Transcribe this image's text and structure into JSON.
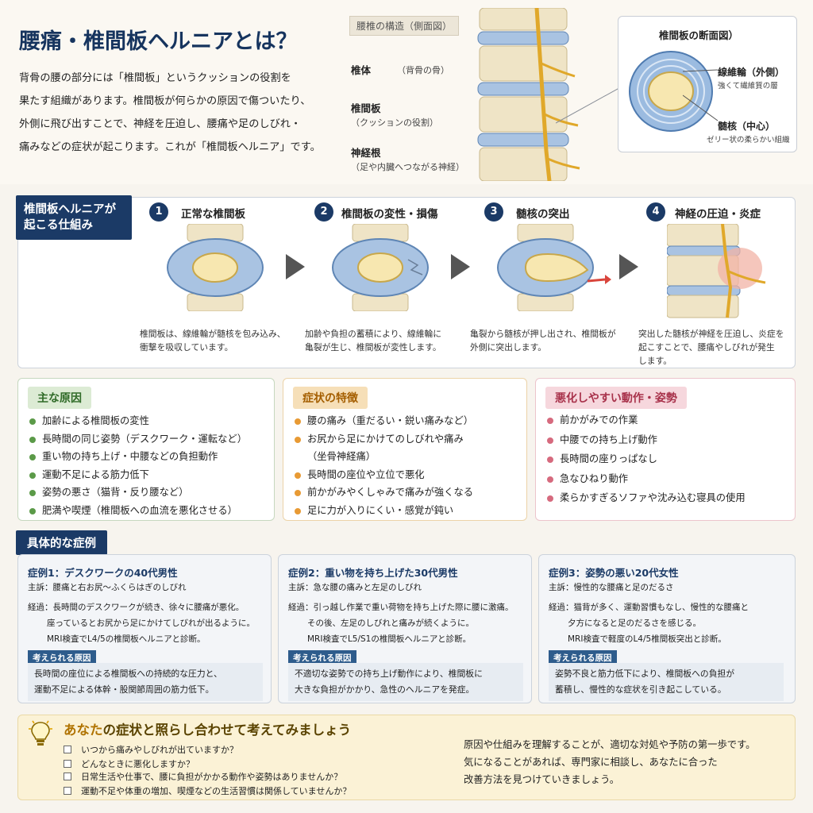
{
  "header": {
    "title": "腰痛・椎間板ヘルニアとは？",
    "intro_lines": [
      "背骨の腰の部分には「椎間板」というクッションの役割を",
      "果たす組織があります。椎間板が何らかの原因で傷ついたり、",
      "外側に飛び出すことで、神経を圧迫し、腰痛や足のしびれ・",
      "痛みなどの症状が起こります。これが「椎間板ヘルニア」です。"
    ]
  },
  "spine_figure": {
    "title": "腰椎の構造（側面図）",
    "labels": [
      {
        "name": "椎体",
        "sub": "（背骨の骨）"
      },
      {
        "name": "椎間板",
        "sub": "（クッションの役割）"
      },
      {
        "name": "神経根",
        "sub": "（足や内臓へつながる神経）"
      }
    ]
  },
  "disc_section": {
    "title": "椎間板の断面図）",
    "outer": {
      "name": "線維輪（外側）",
      "sub": "強くて繊維質の層"
    },
    "inner": {
      "name": "髄核（中心）",
      "sub": "ゼリー状の柔らかい組織"
    }
  },
  "mechanism": {
    "tag_lines": [
      "椎間板ヘルニアが",
      "起こる仕組み"
    ],
    "steps": [
      {
        "num": "1",
        "title": "正常な椎間板",
        "desc": [
          "椎間板は、線維輪が髄核を包み込み、",
          "衝撃を吸収しています。"
        ]
      },
      {
        "num": "2",
        "title": "椎間板の変性・損傷",
        "desc": [
          "加齢や負担の蓄積により、線維輪に",
          "亀裂が生じ、椎間板が変性します。"
        ]
      },
      {
        "num": "3",
        "title": "髄核の突出",
        "desc": [
          "亀裂から髄核が押し出され、椎間板が",
          "外側に突出します。"
        ]
      },
      {
        "num": "4",
        "title": "神経の圧迫・炎症",
        "desc": [
          "突出した髄核が神経を圧迫し、炎症を",
          "起こすことで、腰痛やしびれが発生",
          "します。"
        ]
      }
    ]
  },
  "causes": {
    "title": "主な原因",
    "items": [
      "加齢による椎間板の変性",
      "長時間の同じ姿勢（デスクワーク・運転など）",
      "重い物の持ち上げ・中腰などの負担動作",
      "運動不足による筋力低下",
      "姿勢の悪さ（猫背・反り腰など）",
      "肥満や喫煙（椎間板への血流を悪化させる）"
    ]
  },
  "symptoms": {
    "title": "症状の特徴",
    "items": [
      "腰の痛み（重だるい・鋭い痛みなど）",
      "お尻から足にかけてのしびれや痛み",
      "長時間の座位や立位で悪化",
      "前かがみやくしゃみで痛みが強くなる",
      "足に力が入りにくい・感覚が鈍い"
    ],
    "continuation": "（坐骨神経痛）"
  },
  "risks": {
    "title": "悪化しやすい動作・姿勢",
    "items": [
      "前かがみでの作業",
      "中腰での持ち上げ動作",
      "長時間の座りっぱなし",
      "急なひねり動作",
      "柔らかすぎるソファや沈み込む寝具の使用"
    ]
  },
  "cases": {
    "tag": "具体的な症例",
    "cause_label": "考えられる原因",
    "list": [
      {
        "title": "症例1：デスクワークの40代男性",
        "complaint": "主訴：腰痛と右お尻〜ふくらはぎのしびれ",
        "progress": [
          "経過：長時間のデスクワークが続き、徐々に腰痛が悪化。",
          "座っているとお尻から足にかけてしびれが出るように。",
          "MRI検査でL4/5の椎間板ヘルニアと診断。"
        ],
        "cause": [
          "長時間の座位による椎間板への持続的な圧力と、",
          "運動不足による体幹・股関節周囲の筋力低下。"
        ]
      },
      {
        "title": "症例2：重い物を持ち上げた30代男性",
        "complaint": "主訴：急な腰の痛みと左足のしびれ",
        "progress": [
          "経過：引っ越し作業で重い荷物を持ち上げた際に腰に激痛。",
          "その後、左足のしびれと痛みが続くように。",
          "MRI検査でL5/S1の椎間板ヘルニアと診断。"
        ],
        "cause": [
          "不適切な姿勢での持ち上げ動作により、椎間板に",
          "大きな負担がかかり、急性のヘルニアを発症。"
        ]
      },
      {
        "title": "症例3：姿勢の悪い20代女性",
        "complaint": "主訴：慢性的な腰痛と足のだるさ",
        "progress": [
          "経過：猫背が多く、運動習慣もなし、慢性的な腰痛と",
          "夕方になると足のだるさを感じる。",
          "MRI検査で軽度のL4/5椎間板突出と診断。"
        ],
        "cause": [
          "姿勢不良と筋力低下により、椎間板への負担が",
          "蓄積し、慢性的な症状を引き起こしている。"
        ]
      }
    ]
  },
  "footer": {
    "title_pre": "あなた",
    "title_rest": "の症状と照らし合わせて考えてみましょう",
    "checks": [
      "いつから痛みやしびれが出ていますか？",
      "どんなときに悪化しますか？",
      "日常生活や仕事で、腰に負担がかかる動作や姿勢はありませんか？",
      "運動不足や体重の増加、喫煙などの生活習慣は関係していませんか？"
    ],
    "advice": [
      "原因や仕組みを理解することが、適切な対処や予防の第一歩です。",
      "気になることがあれば、専門家に相談し、あなたに合った",
      "改善方法を見つけていきましょう。"
    ]
  },
  "colors": {
    "navy": "#1b3a66",
    "green": "#5b9a48",
    "orange": "#e89a34",
    "pink": "#d66a7e"
  }
}
